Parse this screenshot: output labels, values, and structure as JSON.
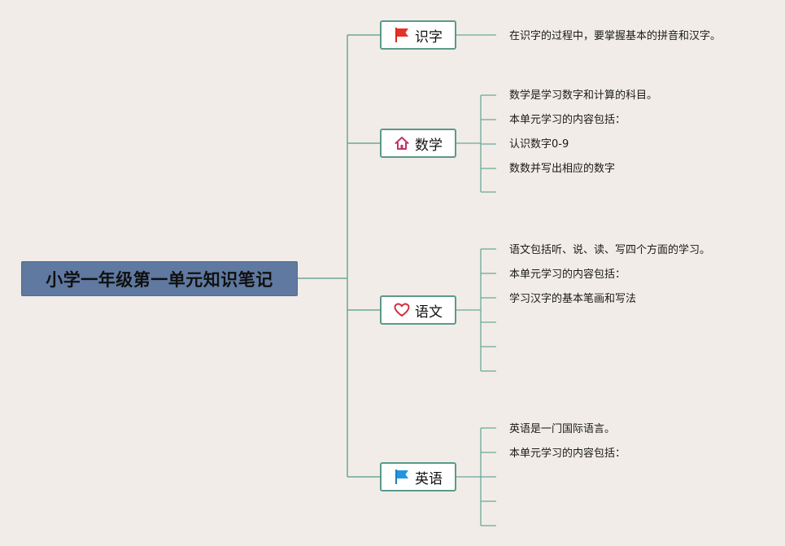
{
  "root": {
    "label": "小学一年级第一单元知识笔记"
  },
  "topics": [
    {
      "label": "识字",
      "icon": "red-flag-icon",
      "notes": [
        "在识字的过程中，要掌握基本的拼音和汉字。"
      ]
    },
    {
      "label": "数学",
      "icon": "home-icon",
      "notes": [
        "数学是学习数字和计算的科目。",
        "本单元学习的内容包括：",
        "认识数字0-9",
        "数数并写出相应的数字",
        ""
      ]
    },
    {
      "label": "语文",
      "icon": "heart-icon",
      "notes": [
        "语文包括听、说、读、写四个方面的学习。",
        "本单元学习的内容包括：",
        "学习汉字的基本笔画和写法",
        "",
        "",
        ""
      ]
    },
    {
      "label": "英语",
      "icon": "blue-flag-icon",
      "notes": [
        "英语是一门国际语言。",
        "本单元学习的内容包括：",
        "",
        "",
        ""
      ]
    }
  ],
  "colors": {
    "line": "#6aa89a",
    "root_fill": "#5f79a0",
    "topic_border": "#5a9a8c",
    "background": "#f1ece7"
  }
}
